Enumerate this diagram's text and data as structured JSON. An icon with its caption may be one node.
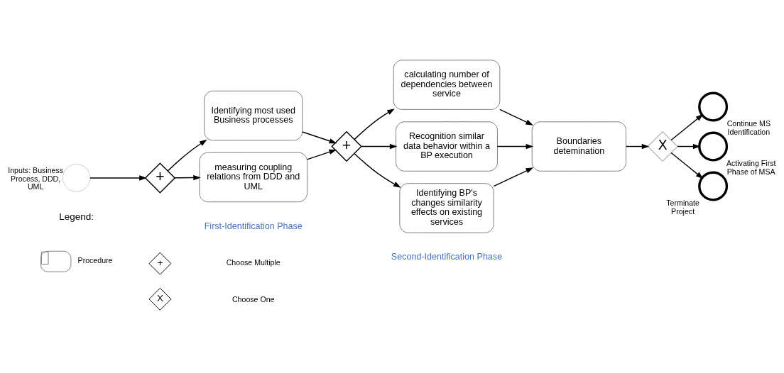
{
  "diagram": {
    "nodes": [
      {
        "text": [],
        "shape": "circle",
        "beside": [
          "Inputs: Business Process, DDD, UML"
        ]
      },
      {
        "text": [
          "+"
        ]
      },
      {
        "text": [
          "Identifying most used Business processes"
        ]
      },
      {
        "text": [
          "measuring coupling relations from DDD and UML"
        ]
      },
      {
        "text": [
          "+"
        ]
      },
      {
        "text": [
          "calculating number of dependencies between service"
        ]
      },
      {
        "text": [
          "Recognition similar data behavior within a BP execution"
        ]
      },
      {
        "text": [
          "Identifying BP's changes similarity effects on existing services"
        ]
      },
      {
        "text": [
          "Boundaries detemination"
        ]
      },
      {
        "text": [
          "X"
        ]
      },
      {
        "text": [],
        "shape": "circle",
        "beside": [
          "Continue MS Identification"
        ]
      },
      {
        "text": [],
        "shape": "circle",
        "beside": [
          "Activating First Phase of MSA"
        ]
      },
      {
        "text": [],
        "shape": "circle",
        "beside": [
          "Terminate Project"
        ]
      }
    ],
    "edges": [
      {
        "from": 0,
        "to": 1,
        "arrow": "to"
      },
      {
        "from": 1,
        "to": 2,
        "arrow": "to"
      },
      {
        "from": 1,
        "to": 3,
        "arrow": "to"
      },
      {
        "from": 2,
        "to": 4,
        "arrow": "to"
      },
      {
        "from": 3,
        "to": 4,
        "arrow": "to"
      },
      {
        "from": 4,
        "to": 5,
        "arrow": "to"
      },
      {
        "from": 4,
        "to": 6,
        "arrow": "to"
      },
      {
        "from": 4,
        "to": 7,
        "arrow": "to"
      },
      {
        "from": 5,
        "to": 8,
        "arrow": "to"
      },
      {
        "from": 6,
        "to": 8,
        "arrow": "to"
      },
      {
        "from": 7,
        "to": 8,
        "arrow": "to"
      },
      {
        "from": 8,
        "to": 9,
        "arrow": "to"
      },
      {
        "from": 9,
        "to": 10,
        "arrow": "to"
      },
      {
        "from": 9,
        "to": 11,
        "arrow": "to"
      },
      {
        "from": 9,
        "to": 12,
        "arrow": "to"
      }
    ],
    "labels": [
      "First-Identification Phase",
      "Second-Identification Phase",
      "Legend:",
      "+",
      "X"
    ],
    "legend": [
      {
        "text": "Procedure"
      },
      {
        "text": "Choose Multiple"
      },
      {
        "text": "Choose One"
      }
    ]
  }
}
